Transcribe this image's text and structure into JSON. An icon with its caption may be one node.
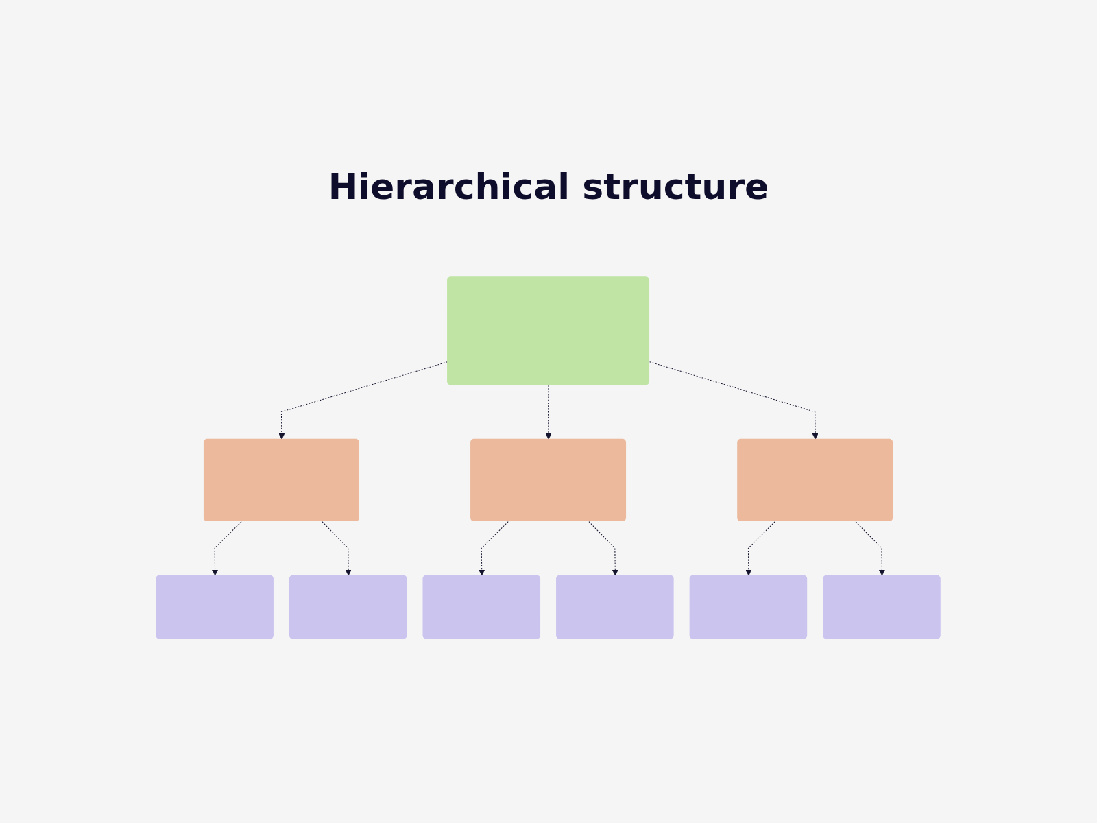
{
  "diagram": {
    "title": "Hierarchical structure",
    "nodes": [
      {
        "text": [],
        "shape": "box"
      },
      {
        "text": [],
        "shape": "box"
      },
      {
        "text": [],
        "shape": "box"
      },
      {
        "text": [],
        "shape": "box"
      },
      {
        "text": [],
        "shape": "box"
      },
      {
        "text": [],
        "shape": "box"
      },
      {
        "text": [],
        "shape": "box"
      },
      {
        "text": [],
        "shape": "box"
      },
      {
        "text": [],
        "shape": "box"
      },
      {
        "text": [],
        "shape": "box"
      }
    ],
    "edges": [
      {
        "from": 0,
        "to": 1,
        "arrow": "to",
        "style": "dashed"
      },
      {
        "from": 0,
        "to": 2,
        "arrow": "to",
        "style": "dashed"
      },
      {
        "from": 0,
        "to": 3,
        "arrow": "to",
        "style": "dashed"
      },
      {
        "from": 1,
        "to": 4,
        "arrow": "to",
        "style": "dashed"
      },
      {
        "from": 1,
        "to": 5,
        "arrow": "to",
        "style": "dashed"
      },
      {
        "from": 2,
        "to": 6,
        "arrow": "to",
        "style": "dashed"
      },
      {
        "from": 2,
        "to": 7,
        "arrow": "to",
        "style": "dashed"
      },
      {
        "from": 3,
        "to": 8,
        "arrow": "to",
        "style": "dashed"
      },
      {
        "from": 3,
        "to": 9,
        "arrow": "to",
        "style": "dashed"
      }
    ]
  }
}
